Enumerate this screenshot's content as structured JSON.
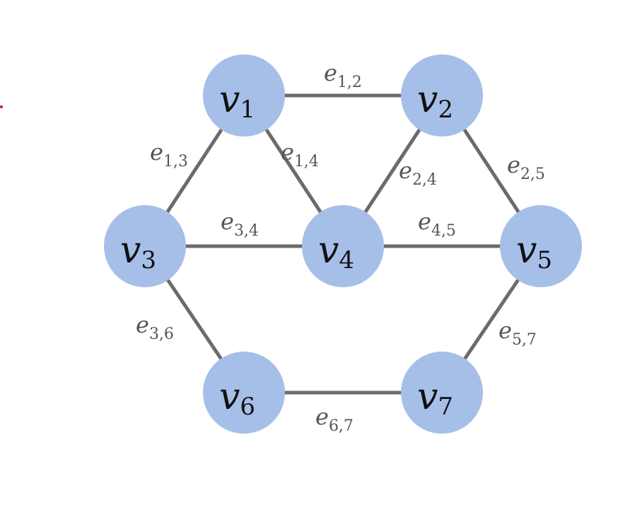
{
  "colors": {
    "node_fill": "#a6bfe8",
    "edge_stroke": "#6b6b6b",
    "node_text": "#111111",
    "edge_text": "#555555",
    "marker_dot": "#d01010"
  },
  "nodes": [
    {
      "id": "v1",
      "base": "v",
      "sub": "1"
    },
    {
      "id": "v2",
      "base": "v",
      "sub": "2"
    },
    {
      "id": "v3",
      "base": "v",
      "sub": "3"
    },
    {
      "id": "v4",
      "base": "v",
      "sub": "4"
    },
    {
      "id": "v5",
      "base": "v",
      "sub": "5"
    },
    {
      "id": "v6",
      "base": "v",
      "sub": "6"
    },
    {
      "id": "v7",
      "base": "v",
      "sub": "7"
    }
  ],
  "edges": [
    {
      "id": "e12",
      "from": "v1",
      "to": "v2",
      "base": "e",
      "sub": "1,2"
    },
    {
      "id": "e13",
      "from": "v1",
      "to": "v3",
      "base": "e",
      "sub": "1,3"
    },
    {
      "id": "e14",
      "from": "v1",
      "to": "v4",
      "base": "e",
      "sub": "1,4"
    },
    {
      "id": "e24",
      "from": "v2",
      "to": "v4",
      "base": "e",
      "sub": "2,4"
    },
    {
      "id": "e25",
      "from": "v2",
      "to": "v5",
      "base": "e",
      "sub": "2,5"
    },
    {
      "id": "e34",
      "from": "v3",
      "to": "v4",
      "base": "e",
      "sub": "3,4"
    },
    {
      "id": "e45",
      "from": "v4",
      "to": "v5",
      "base": "e",
      "sub": "4,5"
    },
    {
      "id": "e36",
      "from": "v3",
      "to": "v6",
      "base": "e",
      "sub": "3,6"
    },
    {
      "id": "e57",
      "from": "v5",
      "to": "v7",
      "base": "e",
      "sub": "5,7"
    },
    {
      "id": "e67",
      "from": "v6",
      "to": "v7",
      "base": "e",
      "sub": "6,7"
    }
  ]
}
